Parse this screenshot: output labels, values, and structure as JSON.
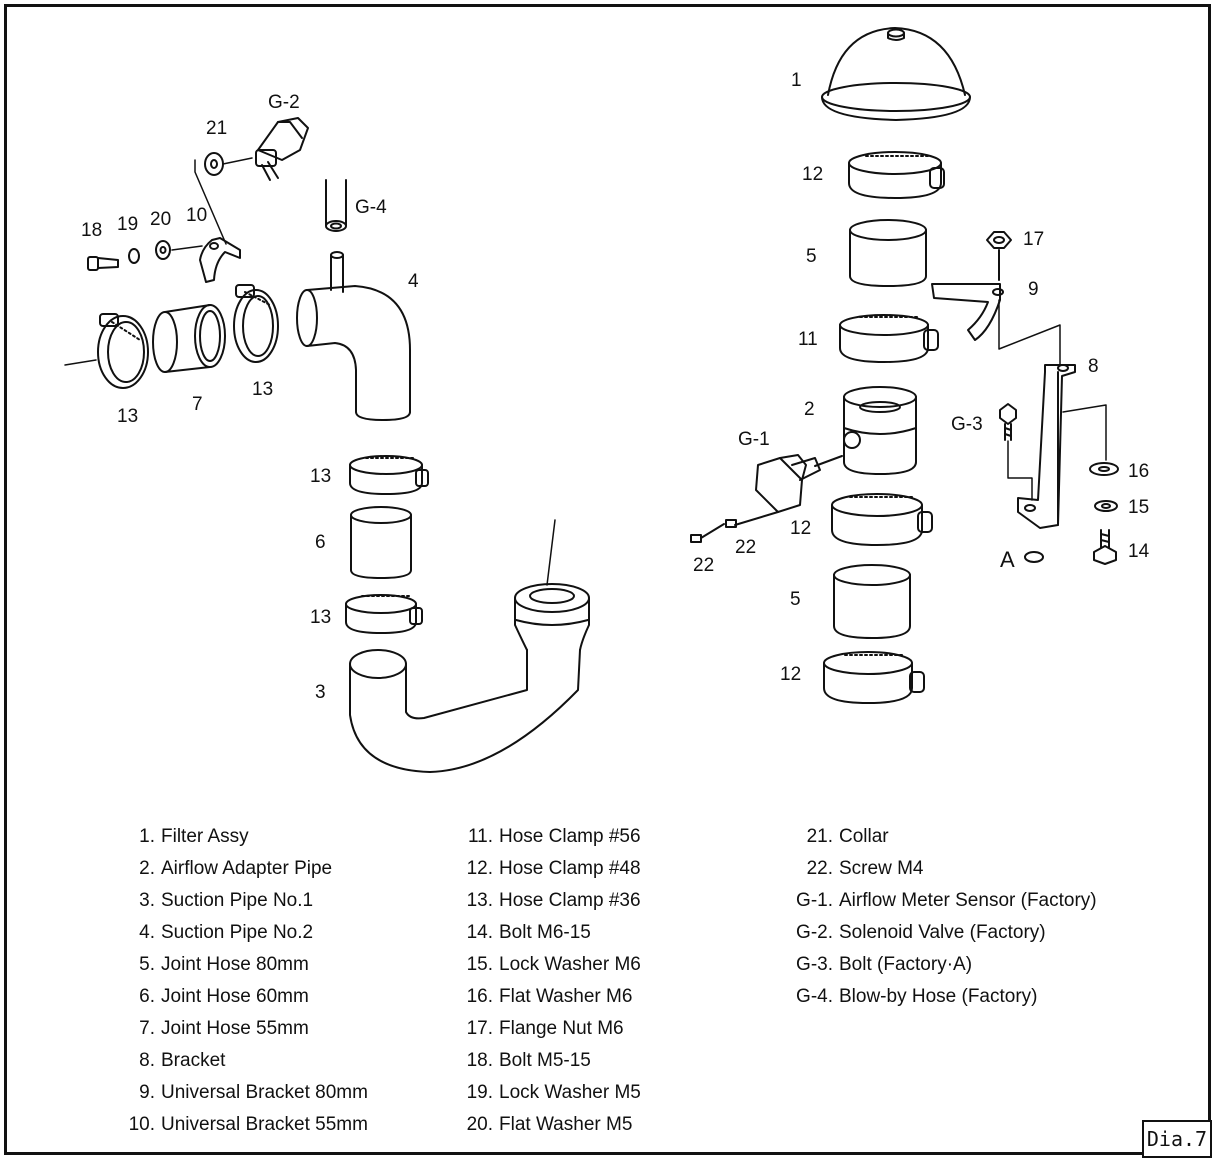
{
  "callouts": {
    "c1": "1",
    "c12a": "12",
    "c5a": "5",
    "c11": "11",
    "c2": "2",
    "c12b": "12",
    "c5b": "5",
    "c12c": "12",
    "c17": "17",
    "c9": "9",
    "c8": "8",
    "g3": "G-3",
    "c16": "16",
    "c15": "15",
    "c14": "14",
    "cA": "A",
    "g1": "G-1",
    "c22a": "22",
    "c22b": "22",
    "g2": "G-2",
    "c21": "21",
    "c18": "18",
    "c19": "19",
    "c20": "20",
    "c10": "10",
    "g4": "G-4",
    "c4": "4",
    "c13a": "13",
    "c7": "7",
    "c13b": "13",
    "c13c": "13",
    "c6": "6",
    "c13d": "13",
    "c3": "3"
  },
  "legend": {
    "col1": [
      {
        "num": "1.",
        "text": "Filter Assy"
      },
      {
        "num": "2.",
        "text": "Airflow Adapter Pipe"
      },
      {
        "num": "3.",
        "text": "Suction Pipe No.1"
      },
      {
        "num": "4.",
        "text": "Suction Pipe No.2"
      },
      {
        "num": "5.",
        "text": "Joint Hose 80mm"
      },
      {
        "num": "6.",
        "text": "Joint Hose 60mm"
      },
      {
        "num": "7.",
        "text": "Joint Hose 55mm"
      },
      {
        "num": "8.",
        "text": "Bracket"
      },
      {
        "num": "9.",
        "text": "Universal Bracket 80mm"
      },
      {
        "num": "10.",
        "text": "Universal Bracket 55mm"
      }
    ],
    "col2": [
      {
        "num": "11.",
        "text": "Hose Clamp #56"
      },
      {
        "num": "12.",
        "text": "Hose Clamp #48"
      },
      {
        "num": "13.",
        "text": "Hose Clamp #36"
      },
      {
        "num": "14.",
        "text": "Bolt M6-15"
      },
      {
        "num": "15.",
        "text": "Lock Washer M6"
      },
      {
        "num": "16.",
        "text": "Flat Washer M6"
      },
      {
        "num": "17.",
        "text": "Flange Nut M6"
      },
      {
        "num": "18.",
        "text": "Bolt M5-15"
      },
      {
        "num": "19.",
        "text": "Lock Washer M5"
      },
      {
        "num": "20.",
        "text": "Flat Washer M5"
      }
    ],
    "col3": [
      {
        "num": "21.",
        "text": "Collar"
      },
      {
        "num": "22.",
        "text": "Screw M4"
      },
      {
        "num": "G-1.",
        "text": "Airflow Meter Sensor (Factory)"
      },
      {
        "num": "G-2.",
        "text": "Solenoid Valve (Factory)"
      },
      {
        "num": "G-3.",
        "text": "Bolt (Factory·A)"
      },
      {
        "num": "G-4.",
        "text": "Blow-by Hose (Factory)"
      }
    ]
  },
  "dia_label": "Dia.7"
}
